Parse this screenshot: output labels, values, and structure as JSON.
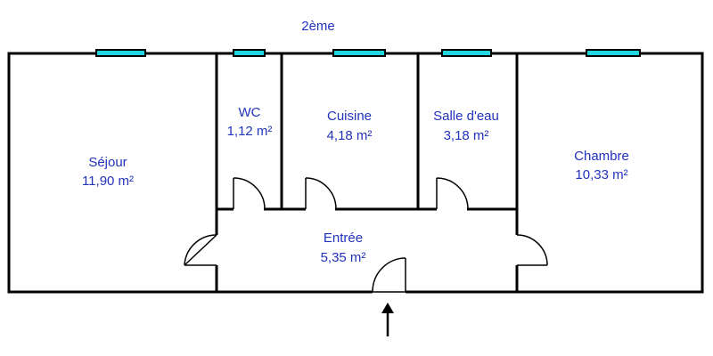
{
  "floor": "2ème",
  "rooms": {
    "sejour": {
      "name": "Séjour",
      "area": "11,90 m²"
    },
    "wc": {
      "name": "WC",
      "area": "1,12 m²"
    },
    "cuisine": {
      "name": "Cuisine",
      "area": "4,18 m²"
    },
    "salle": {
      "name": "Salle d'eau",
      "area": "3,18 m²"
    },
    "chambre": {
      "name": "Chambre",
      "area": "10,33 m²"
    },
    "entree": {
      "name": "Entrée",
      "area": "5,35 m²"
    }
  },
  "colors": {
    "label": "#2233bb",
    "wall": "#000000",
    "window": "#22d6e0"
  },
  "icons": {
    "entrance": "up-arrow-icon",
    "window": "window-icon",
    "door": "door-swing-icon"
  }
}
